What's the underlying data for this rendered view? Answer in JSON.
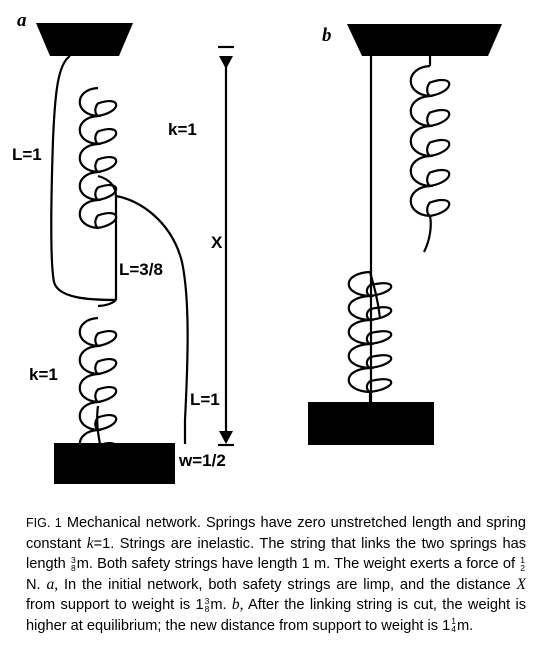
{
  "panels": {
    "a": {
      "panel_label": "a",
      "labels": {
        "spring_top_k": "k=1",
        "string_left_L": "L=1",
        "link_string_L": "L=3/8",
        "distance": "X",
        "spring_bottom_k": "k=1",
        "string_right_L": "L=1",
        "weight": "w=1/2"
      }
    },
    "b": {
      "panel_label": "b"
    }
  },
  "caption": {
    "figure_number": "FIG. 1",
    "lead": "Mechanical network. Springs have zero unstretched length and spring constant",
    "k_symbol": "k",
    "k_value": "=1. Strings are inelastic. The string that links the two springs has length",
    "link_length": {
      "num": "3",
      "den": "8"
    },
    "text2": "m. Both safety strings have length 1 m. The weight exerts a force of",
    "force": {
      "num": "1",
      "den": "2"
    },
    "text3": "N.",
    "a_marker": "a,",
    "text4": "In the initial network, both safety strings are limp, and the distance",
    "x_symbol": "X",
    "text5": "from support to weight is 1",
    "initial_distance_frac": {
      "num": "3",
      "den": "8"
    },
    "text6": "m.",
    "b_marker": "b,",
    "text7": "After the linking string is cut, the weight is higher at equilibrium; the new distance from support to weight is 1",
    "new_distance_frac": {
      "num": "1",
      "den": "4"
    },
    "text8": "m."
  }
}
